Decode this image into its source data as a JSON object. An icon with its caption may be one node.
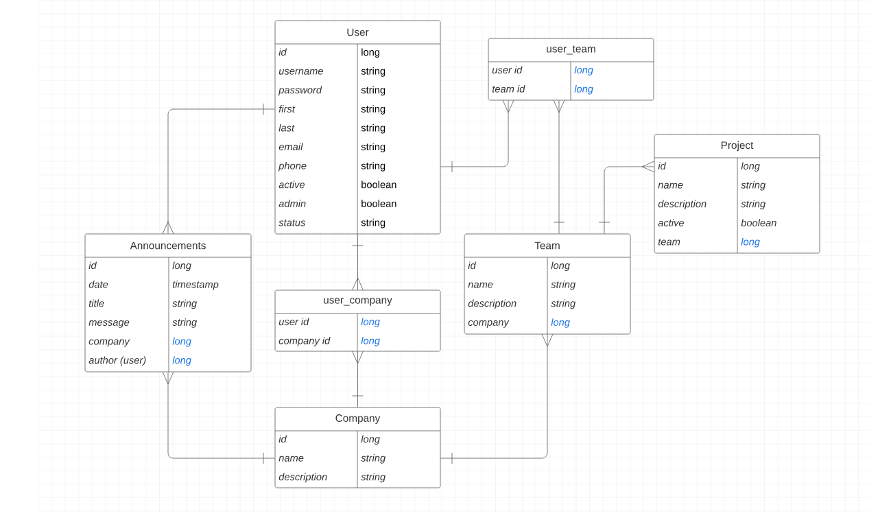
{
  "diagram": {
    "nodes": [
      {
        "text": [
          "User",
          "id",
          "long",
          "username",
          "string",
          "password",
          "string",
          "first",
          "string",
          "last",
          "string",
          "email",
          "string",
          "phone",
          "string",
          "active",
          "boolean",
          "admin",
          "boolean",
          "status",
          "string"
        ]
      },
      {
        "text": [
          "user_team",
          "user id",
          "long",
          "team id",
          "long"
        ]
      },
      {
        "text": [
          "Project",
          "id",
          "long",
          "name",
          "string",
          "description",
          "string",
          "active",
          "boolean",
          "team",
          "long"
        ]
      },
      {
        "text": [
          "Announcements",
          "id",
          "long",
          "date",
          "timestamp",
          "title",
          "string",
          "message",
          "string",
          "company",
          "long",
          "author (user)",
          "long"
        ]
      },
      {
        "text": [
          "Team",
          "id",
          "long",
          "name",
          "string",
          "description",
          "string",
          "company",
          "long"
        ]
      },
      {
        "text": [
          "user_company",
          "user id",
          "long",
          "company id",
          "long"
        ]
      },
      {
        "text": [
          "Company",
          "id",
          "long",
          "name",
          "string",
          "description",
          "string"
        ]
      }
    ],
    "edges": [
      {
        "from": 0,
        "to": 3,
        "arrow": "other"
      },
      {
        "from": 0,
        "to": 1,
        "arrow": "other"
      },
      {
        "from": 4,
        "to": 1,
        "arrow": "other"
      },
      {
        "from": 4,
        "to": 2,
        "arrow": "other"
      },
      {
        "from": 0,
        "to": 5,
        "arrow": "other"
      },
      {
        "from": 6,
        "to": 5,
        "arrow": "other"
      },
      {
        "from": 6,
        "to": 3,
        "arrow": "other"
      },
      {
        "from": 6,
        "to": 4,
        "arrow": "other"
      }
    ]
  }
}
